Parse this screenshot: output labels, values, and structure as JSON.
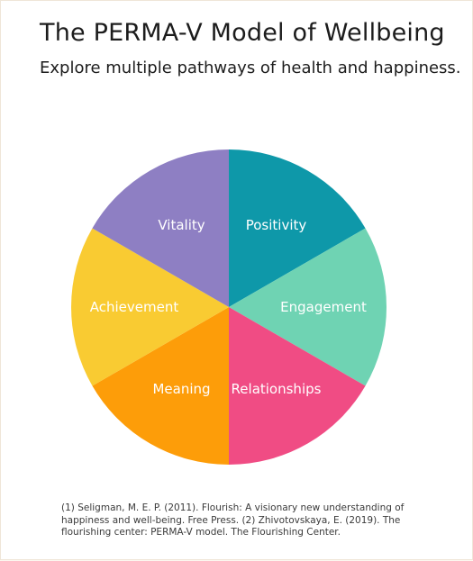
{
  "title": "The PERMA-V Model of Wellbeing",
  "subtitle": "Explore multiple pathways of health and happiness.",
  "segments": [
    {
      "label": "Positivity",
      "color": "#0e98a9"
    },
    {
      "label": "Engagement",
      "color": "#6fd3b3"
    },
    {
      "label": "Relationships",
      "color": "#f04c84"
    },
    {
      "label": "Meaning",
      "color": "#fd9d09"
    },
    {
      "label": "Achievement",
      "color": "#f9cb32"
    },
    {
      "label": "Vitality",
      "color": "#8e7fc3"
    }
  ],
  "footnote": "(1) Seligman, M. E. P. (2011). Flourish: A visionary new understanding of happiness and well-being. Free Press. (2) Zhivotovskaya, E. (2019). The flourishing center: PERMA-V model. The Flourishing Center."
}
